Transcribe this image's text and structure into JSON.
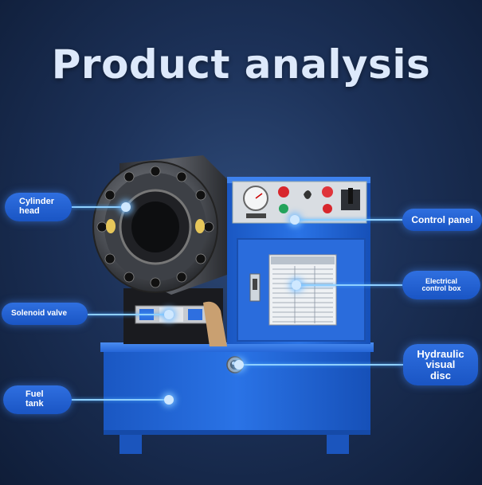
{
  "title": "Product analysis",
  "labels": {
    "cylinder_head": "Cylinder head",
    "solenoid_valve": "Solenoid valve",
    "fuel_tank": "Fuel tank",
    "control_panel": "Control panel",
    "electrical_control_box": "Electrical control box",
    "hydraulic_visual_disc": "Hydraulic visual disc"
  },
  "colors": {
    "background": "#1c3158",
    "machine_blue": "#1f63d6",
    "pill_blue": "#2366d6",
    "callout_line": "#8fd0ff"
  },
  "icons": [
    "pressure-gauge-icon",
    "push-button-icon",
    "rotary-switch-icon",
    "oil-level-gauge-icon"
  ]
}
